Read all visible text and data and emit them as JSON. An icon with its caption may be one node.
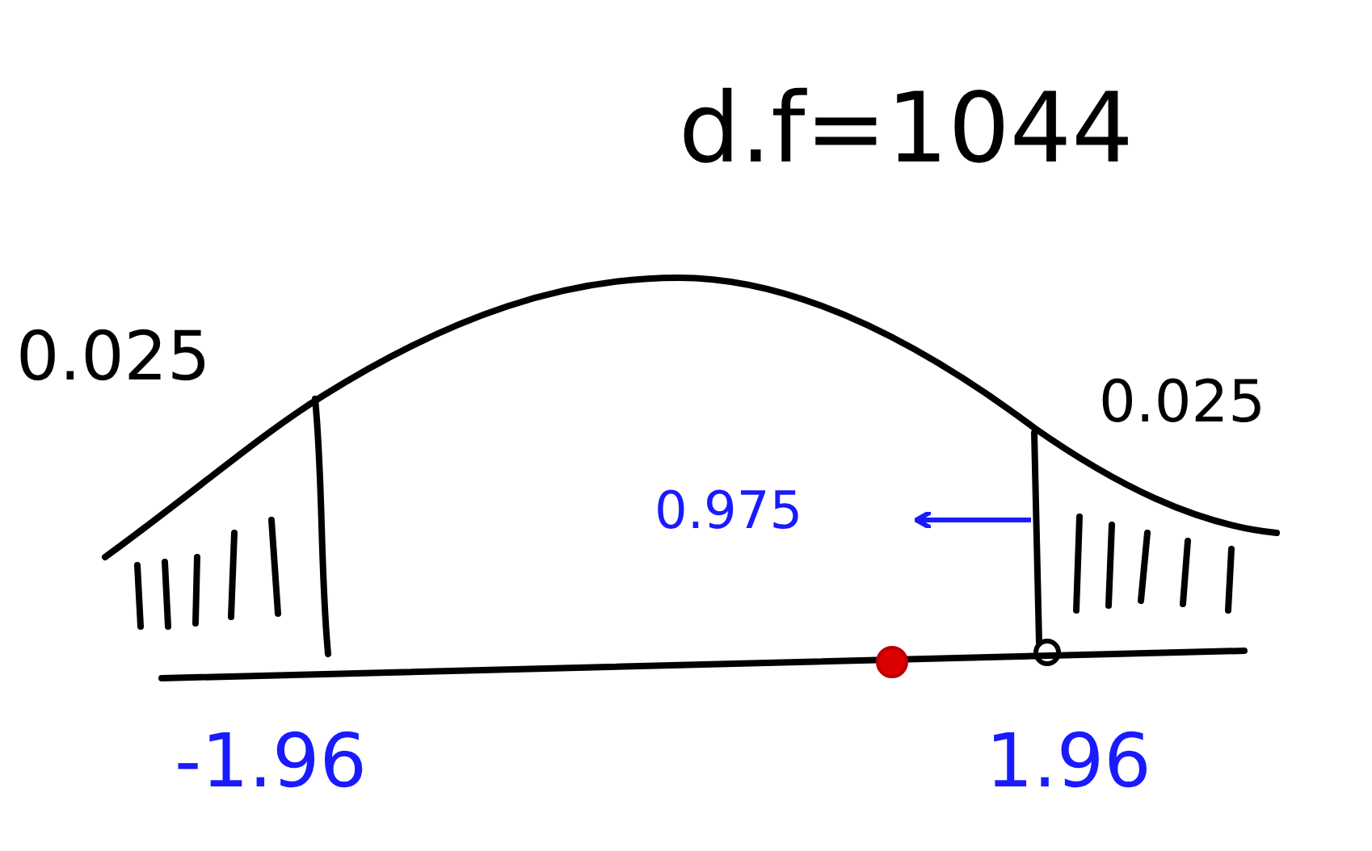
{
  "diagram": {
    "labels": [
      "d.f=1044",
      "0.025",
      "0.025",
      "0.975",
      "-1.96",
      "1.96"
    ]
  }
}
